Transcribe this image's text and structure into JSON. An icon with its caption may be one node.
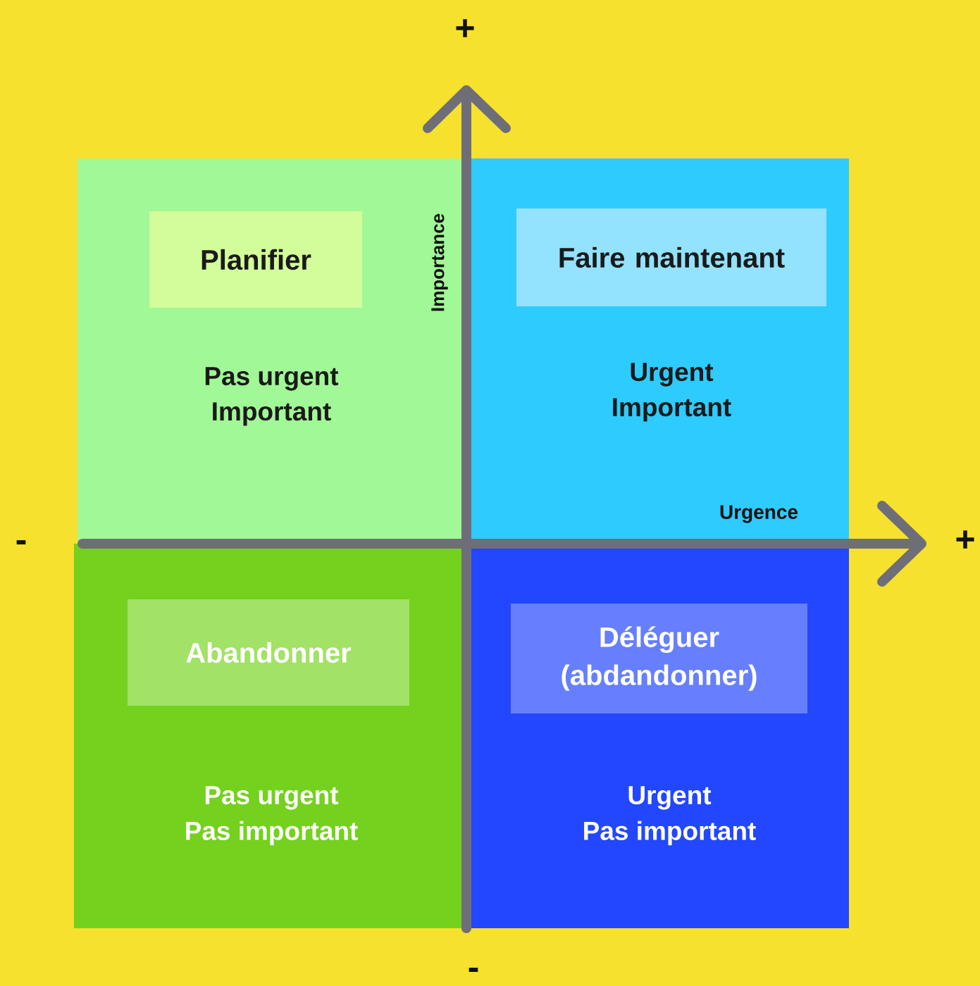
{
  "diagram": {
    "nodes": [
      {
        "text": [
          "Pas urgent",
          "Important"
        ]
      },
      {
        "text": [
          "Planifier"
        ],
        "in": 0
      },
      {
        "text": [
          "Urgent",
          "Important"
        ]
      },
      {
        "text": [
          "Faire maintenant"
        ],
        "in": 2
      },
      {
        "text": [
          "Pas urgent",
          "Pas important"
        ]
      },
      {
        "text": [
          "Abandonner"
        ],
        "in": 4
      },
      {
        "text": [
          "Urgent",
          "Pas important"
        ]
      },
      {
        "text": [
          "Déléguer (abdandonner)"
        ],
        "in": 6
      }
    ],
    "labels": [
      "+",
      "Importance",
      "Urgence",
      "-",
      "+",
      "-"
    ]
  }
}
